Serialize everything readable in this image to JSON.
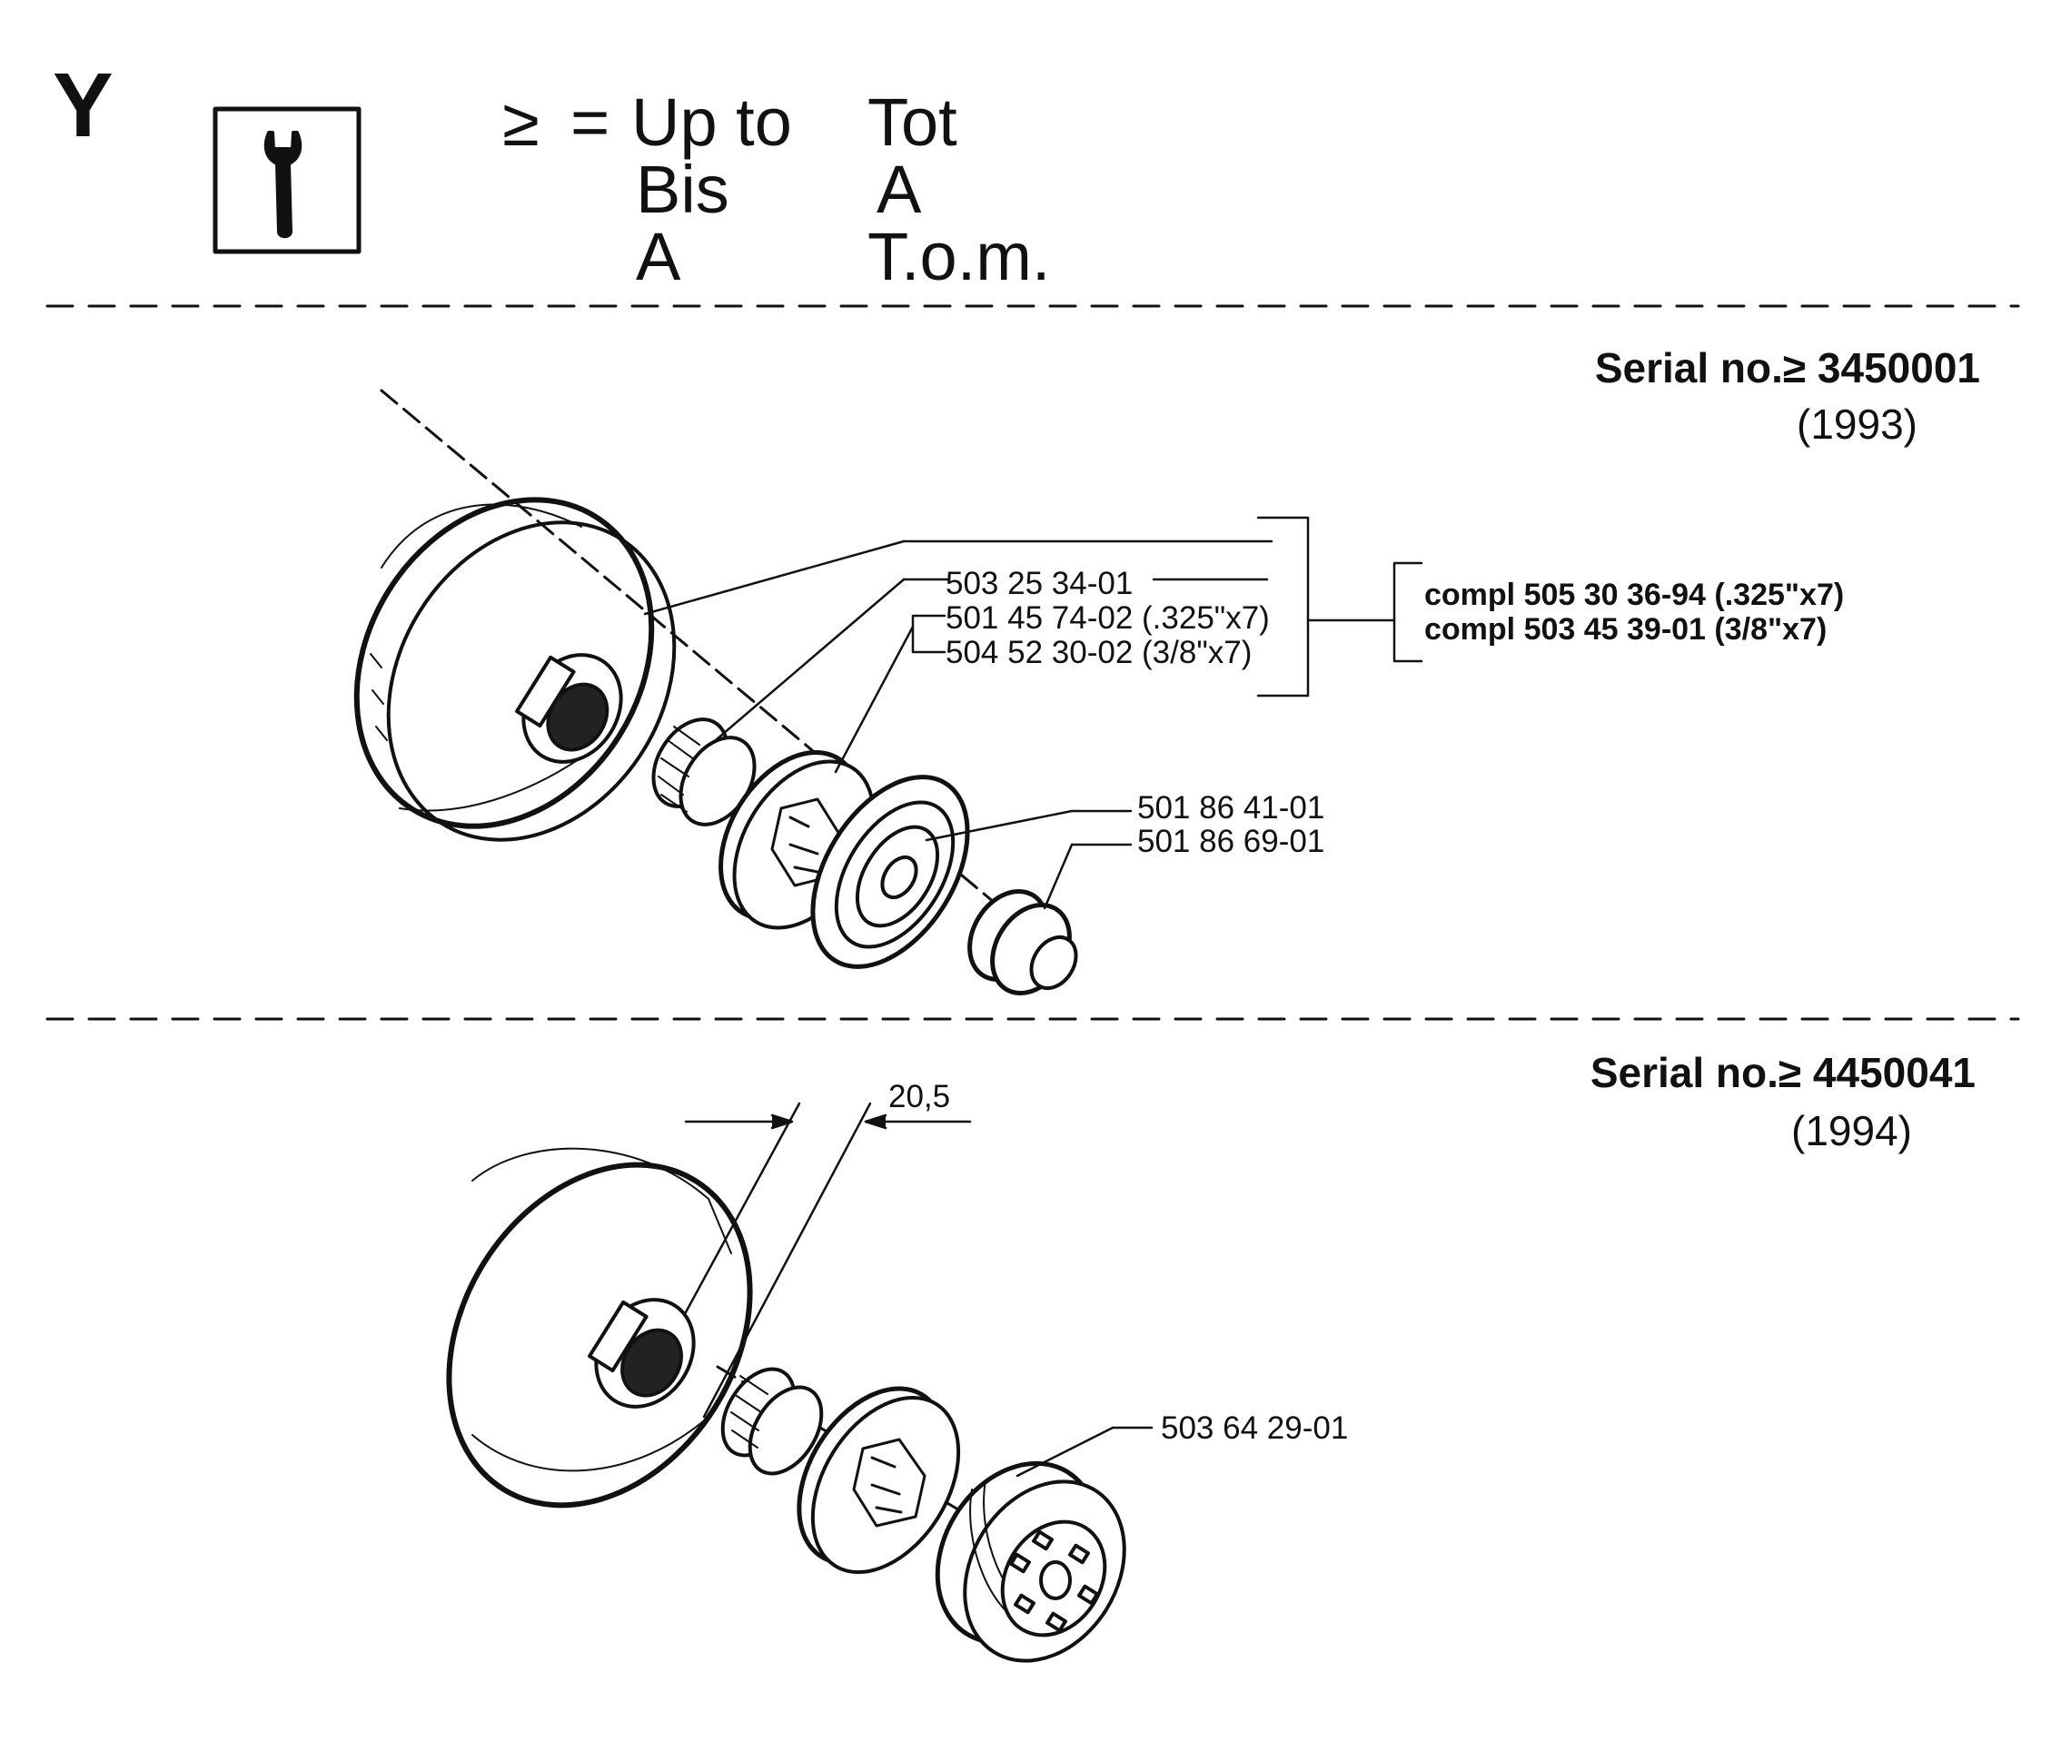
{
  "section": {
    "letter": "Y",
    "icon": "wrench-icon"
  },
  "legend": {
    "symbol": "≥",
    "equals": "=",
    "col1": [
      "Up to",
      "Bis",
      "A"
    ],
    "col2": [
      "Tot",
      "A",
      "T.o.m."
    ]
  },
  "upper": {
    "serial": "Serial no.≥ 3450001",
    "year": "(1993)",
    "parts": [
      "503 25 34-01",
      "501 45 74-02 (.325\"x7)",
      "504 52 30-02 (3/8\"x7)",
      "501 86 41-01",
      "501 86 69-01"
    ],
    "compl": [
      "compl 505 30 36-94 (.325\"x7)",
      "compl 503 45 39-01 (3/8\"x7)"
    ]
  },
  "lower": {
    "serial": "Serial no.≥ 4450041",
    "year": "(1994)",
    "dimension": "20,5",
    "parts": [
      "503 64 29-01"
    ]
  }
}
